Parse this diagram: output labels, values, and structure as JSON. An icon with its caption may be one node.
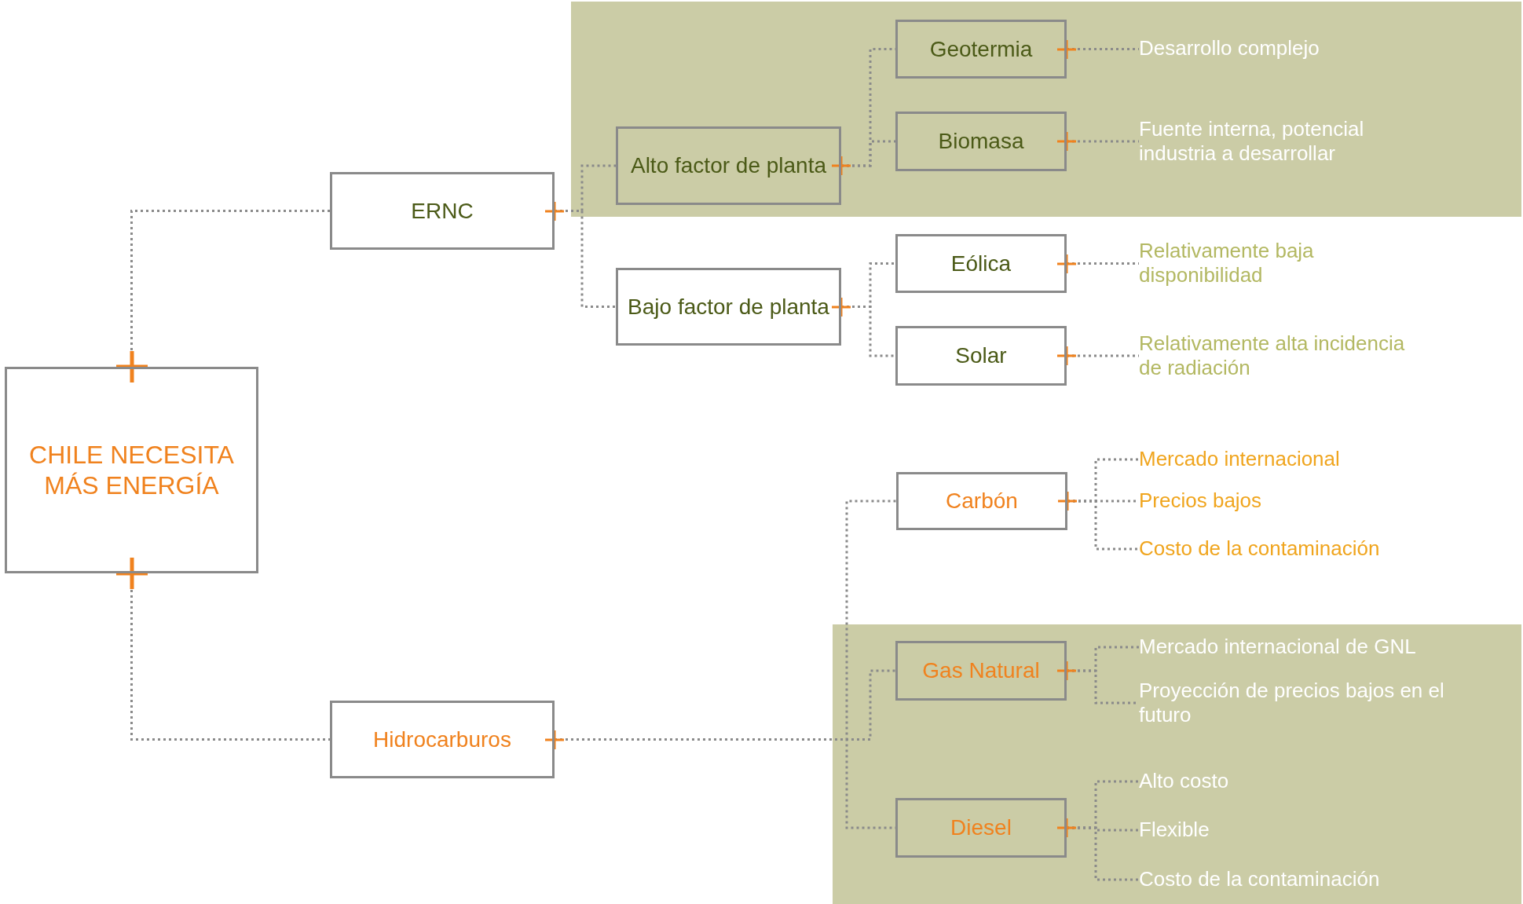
{
  "diagram": {
    "nodes": [
      {
        "text": [
          "CHILE NECESITA MÁS ENERGÍA"
        ]
      },
      {
        "text": [
          "ERNC"
        ]
      },
      {
        "text": [
          "Alto factor de planta"
        ]
      },
      {
        "text": [
          "Geotermia"
        ]
      },
      {
        "text": [
          "Desarrollo complejo"
        ]
      },
      {
        "text": [
          "Biomasa"
        ]
      },
      {
        "text": [
          "Fuente interna, potencial industria a desarrollar"
        ]
      },
      {
        "text": [
          "Bajo factor de planta"
        ]
      },
      {
        "text": [
          "Eólica"
        ]
      },
      {
        "text": [
          "Relativamente baja disponibilidad"
        ]
      },
      {
        "text": [
          "Solar"
        ]
      },
      {
        "text": [
          "Relativamente alta incidencia de radiación"
        ]
      },
      {
        "text": [
          "Hidrocarburos"
        ]
      },
      {
        "text": [
          "Carbón"
        ]
      },
      {
        "text": [
          "Mercado internacional"
        ]
      },
      {
        "text": [
          "Precios bajos"
        ]
      },
      {
        "text": [
          "Costo de la contaminación"
        ]
      },
      {
        "text": [
          "Gas Natural"
        ]
      },
      {
        "text": [
          "Mercado internacional de GNL"
        ]
      },
      {
        "text": [
          "Proyección de precios bajos en el futuro"
        ]
      },
      {
        "text": [
          "Diesel"
        ]
      },
      {
        "text": [
          "Alto costo"
        ]
      },
      {
        "text": [
          "Flexible"
        ]
      },
      {
        "text": [
          "Costo de la contaminación"
        ]
      }
    ],
    "edges": [
      {
        "from": 0,
        "to": 1,
        "arrow": "none",
        "style": "dashed"
      },
      {
        "from": 0,
        "to": 12,
        "arrow": "none",
        "style": "dashed"
      },
      {
        "from": 1,
        "to": 2,
        "arrow": "none",
        "style": "dashed"
      },
      {
        "from": 1,
        "to": 7,
        "arrow": "none",
        "style": "dashed"
      },
      {
        "from": 2,
        "to": 3,
        "arrow": "none",
        "style": "dashed"
      },
      {
        "from": 2,
        "to": 5,
        "arrow": "none",
        "style": "dashed"
      },
      {
        "from": 3,
        "to": 4,
        "arrow": "none",
        "style": "dashed"
      },
      {
        "from": 5,
        "to": 6,
        "arrow": "none",
        "style": "dashed"
      },
      {
        "from": 7,
        "to": 8,
        "arrow": "none",
        "style": "dashed"
      },
      {
        "from": 7,
        "to": 10,
        "arrow": "none",
        "style": "dashed"
      },
      {
        "from": 8,
        "to": 9,
        "arrow": "none",
        "style": "dashed"
      },
      {
        "from": 10,
        "to": 11,
        "arrow": "none",
        "style": "dashed"
      },
      {
        "from": 12,
        "to": 13,
        "arrow": "none",
        "style": "dashed"
      },
      {
        "from": 12,
        "to": 17,
        "arrow": "none",
        "style": "dashed"
      },
      {
        "from": 12,
        "to": 20,
        "arrow": "none",
        "style": "dashed"
      },
      {
        "from": 13,
        "to": 14,
        "arrow": "none",
        "style": "dashed"
      },
      {
        "from": 13,
        "to": 15,
        "arrow": "none",
        "style": "dashed"
      },
      {
        "from": 13,
        "to": 16,
        "arrow": "none",
        "style": "dashed"
      },
      {
        "from": 17,
        "to": 18,
        "arrow": "none",
        "style": "dashed"
      },
      {
        "from": 17,
        "to": 19,
        "arrow": "none",
        "style": "dashed"
      },
      {
        "from": 20,
        "to": 21,
        "arrow": "none",
        "style": "dashed"
      },
      {
        "from": 20,
        "to": 22,
        "arrow": "none",
        "style": "dashed"
      },
      {
        "from": 20,
        "to": 23,
        "arrow": "none",
        "style": "dashed"
      }
    ]
  }
}
